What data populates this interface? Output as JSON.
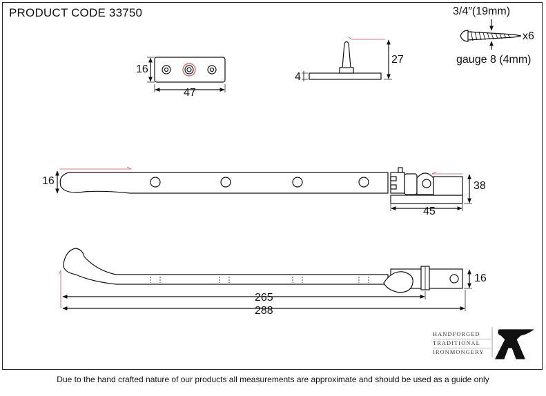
{
  "product": {
    "code_label": "PRODUCT CODE 33750"
  },
  "screw": {
    "length": "3/4″(19mm)",
    "quantity": "x6",
    "gauge": "gauge 8 (4mm)"
  },
  "keeper_plate": {
    "height": "16",
    "width": "47"
  },
  "pin_keeper": {
    "height": "27",
    "base": "4"
  },
  "stay_top": {
    "arm_height": "16",
    "bracket_height": "38",
    "bracket_width": "45"
  },
  "stay_side": {
    "body_height": "16",
    "length_to_pivot": "265",
    "overall_length": "288"
  },
  "brand": {
    "line1": "HANDFORGED",
    "line2": "TRADITIONAL",
    "line3": "IRONMONGERY",
    "logo": "anvil-logo"
  },
  "footer": {
    "disclaimer": "Due to the hand crafted nature of our products all measurements are approximate and should be used as a guide only"
  },
  "colors": {
    "line": "#111111",
    "accent_red": "#d9534f"
  }
}
